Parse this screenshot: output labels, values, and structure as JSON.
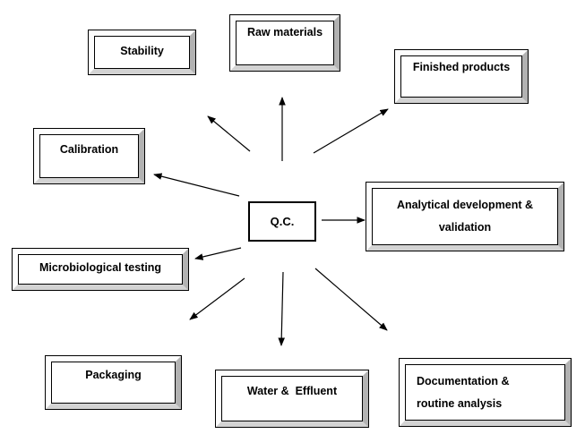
{
  "diagram": {
    "center": {
      "id": "qc",
      "label": "Q.C."
    },
    "nodes": [
      {
        "id": "stability",
        "lines": [
          "Stability"
        ]
      },
      {
        "id": "raw_materials",
        "lines": [
          "Raw materials"
        ]
      },
      {
        "id": "finished_products",
        "lines": [
          "Finished products"
        ]
      },
      {
        "id": "calibration",
        "lines": [
          "Calibration"
        ]
      },
      {
        "id": "analytical_development",
        "lines": [
          "Analytical development &",
          "validation"
        ]
      },
      {
        "id": "microbiological_testing",
        "lines": [
          "Microbiological testing"
        ]
      },
      {
        "id": "packaging",
        "lines": [
          "Packaging"
        ]
      },
      {
        "id": "water_effluent",
        "lines": [
          "Water &  Effluent"
        ]
      },
      {
        "id": "documentation",
        "lines": [
          "Documentation &",
          "routine analysis"
        ]
      }
    ],
    "arrows": [
      {
        "from": "qc",
        "to": "stability"
      },
      {
        "from": "qc",
        "to": "raw_materials"
      },
      {
        "from": "qc",
        "to": "finished_products"
      },
      {
        "from": "qc",
        "to": "calibration"
      },
      {
        "from": "qc",
        "to": "analytical_development"
      },
      {
        "from": "qc",
        "to": "microbiological_testing"
      },
      {
        "from": "qc",
        "to": "packaging"
      },
      {
        "from": "qc",
        "to": "water_effluent"
      },
      {
        "from": "qc",
        "to": "documentation"
      }
    ],
    "colors": {
      "box_background": "#ffffff",
      "border": "#000000",
      "bevel_light": "#fdfdfd",
      "bevel_shadow_right": "#b2b2b2",
      "bevel_shadow_bottom": "#d3d3d3",
      "text": "#000000",
      "arrow": "#000000"
    }
  }
}
